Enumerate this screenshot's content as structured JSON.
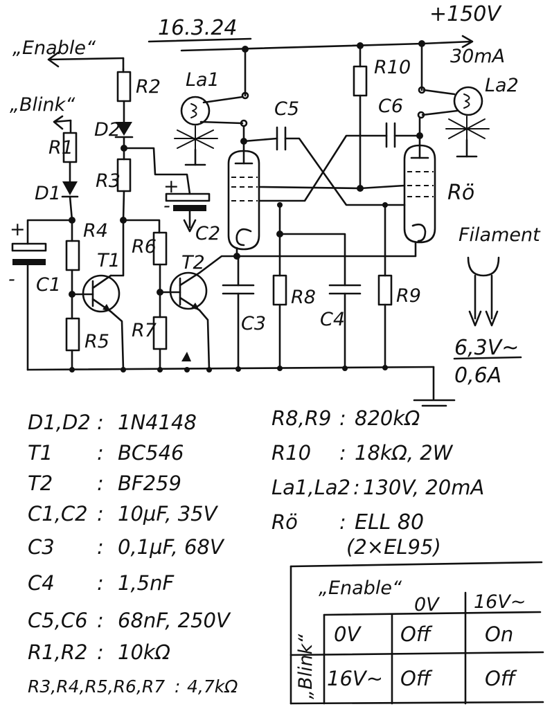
{
  "header": {
    "date": "16.3.24",
    "supply_voltage": "+150V",
    "supply_current": "30mA"
  },
  "inputs": {
    "enable": "„Enable“",
    "blink": "„Blink“"
  },
  "labels": {
    "R1": "R1",
    "R2": "R2",
    "R3": "R3",
    "R4": "R4",
    "R5": "R5",
    "R6": "R6",
    "R7": "R7",
    "R8": "R8",
    "R9": "R9",
    "R10": "R10",
    "D1": "D1",
    "D2": "D2",
    "T1": "T1",
    "T2": "T2",
    "C1": "C1",
    "C2": "C2",
    "C3": "C3",
    "C4": "C4",
    "C5": "C5",
    "C6": "C6",
    "La1": "La1",
    "La2": "La2",
    "Ro": "Rö",
    "filament": "Filament",
    "filament_voltage": "6,3V~",
    "filament_current": "0,6A"
  },
  "parts_list_left": [
    {
      "ref": "D1,D2",
      "sep": ":",
      "value": "1N4148"
    },
    {
      "ref": "T1",
      "sep": ":",
      "value": "BC546"
    },
    {
      "ref": "T2",
      "sep": ":",
      "value": "BF259"
    },
    {
      "ref": "C1,C2",
      "sep": ":",
      "value": "10µF, 35V"
    },
    {
      "ref": "C3",
      "sep": ":",
      "value": "0,1µF, 68V"
    },
    {
      "ref": "C4",
      "sep": ":",
      "value": "1,5nF"
    },
    {
      "ref": "C5,C6",
      "sep": ":",
      "value": "68nF, 250V"
    },
    {
      "ref": "R1,R2",
      "sep": ":",
      "value": "10kΩ"
    },
    {
      "ref": "R3,R4,R5,R6,R7",
      "sep": ":",
      "value": "4,7kΩ"
    }
  ],
  "parts_list_right": [
    {
      "ref": "R8,R9",
      "sep": ":",
      "value": "820kΩ"
    },
    {
      "ref": "R10",
      "sep": ":",
      "value": "18kΩ, 2W"
    },
    {
      "ref": "La1,La2",
      "sep": ":",
      "value": "130V, 20mA"
    },
    {
      "ref": "Rö",
      "sep": ":",
      "value": "ELL 80"
    },
    {
      "ref": "",
      "sep": "",
      "value": "(2×EL95)"
    }
  ],
  "truth_table": {
    "col_header": "„Enable“",
    "row_header": "„Blink“",
    "columns": [
      "0V",
      "16V~"
    ],
    "rows": [
      {
        "label": "0V",
        "cells": [
          "Off",
          "On"
        ]
      },
      {
        "label": "16V~",
        "cells": [
          "Off",
          "Off"
        ]
      }
    ]
  }
}
